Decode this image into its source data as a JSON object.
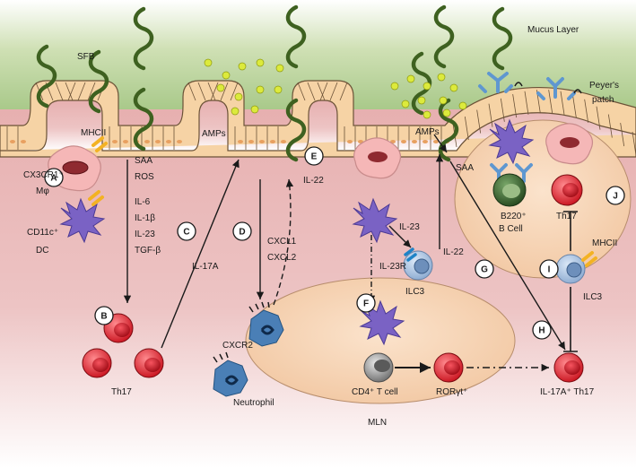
{
  "top_labels": {
    "sfb": "SFB",
    "mucus_layer": "Mucus Layer",
    "peyers_patch_1": "Peyer's",
    "peyers_patch_2": "patch"
  },
  "amps": [
    "AMPs",
    "AMPs"
  ],
  "panels": [
    "A",
    "B",
    "C",
    "D",
    "E",
    "F",
    "G",
    "H",
    "I",
    "J"
  ],
  "cells": {
    "mhcii_a": "MHCII",
    "cx3cr1": "CX3CR1⁺",
    "mphi": "Mφ",
    "cd11c": "CD11c⁺",
    "dc": "DC",
    "th17_b": "Th17",
    "cxcr2": "CXCR2",
    "neutrophil": "Neutrophil",
    "ilc3_g": "ILC3",
    "cd4": "CD4⁺ T cell",
    "roryt": "RORγt⁺",
    "mln": "MLN",
    "il17a_th17": "IL-17A⁺ Th17",
    "b220": "B220⁺",
    "bcell": "B Cell",
    "th17_j": "Th17",
    "mhcii_i": "MHCII",
    "ilc3_i": "ILC3"
  },
  "signals": {
    "saa_ros": [
      "SAA",
      "ROS"
    ],
    "cytokines": [
      "IL-6",
      "IL-1β",
      "IL-23",
      "TGF-β"
    ],
    "il17a": "IL-17A",
    "cxcl": [
      "CXCL1",
      "CXCL2"
    ],
    "il22_e": "IL-22",
    "il23": "IL-23",
    "il23r": "IL-23R",
    "il22_g": "IL-22",
    "saa_right": "SAA"
  },
  "colors": {
    "mucus": "#a9c98a",
    "tissue": "#e9b5b5",
    "epithelium": "#f6d3a5",
    "nucleus": "#e8a060",
    "bacteria": "#3e6120",
    "amp_dot": "#dcea3c",
    "lymph_organ": "#f6d0b0",
    "th17": "#e0313a",
    "macrophage": "#f5b7b7",
    "dendritic": "#7a62c4",
    "neutrophil": "#4a7fb6",
    "ilc3": "#a9c4e4",
    "receptor": "#f3b223",
    "antibody": "#5f97d0"
  }
}
